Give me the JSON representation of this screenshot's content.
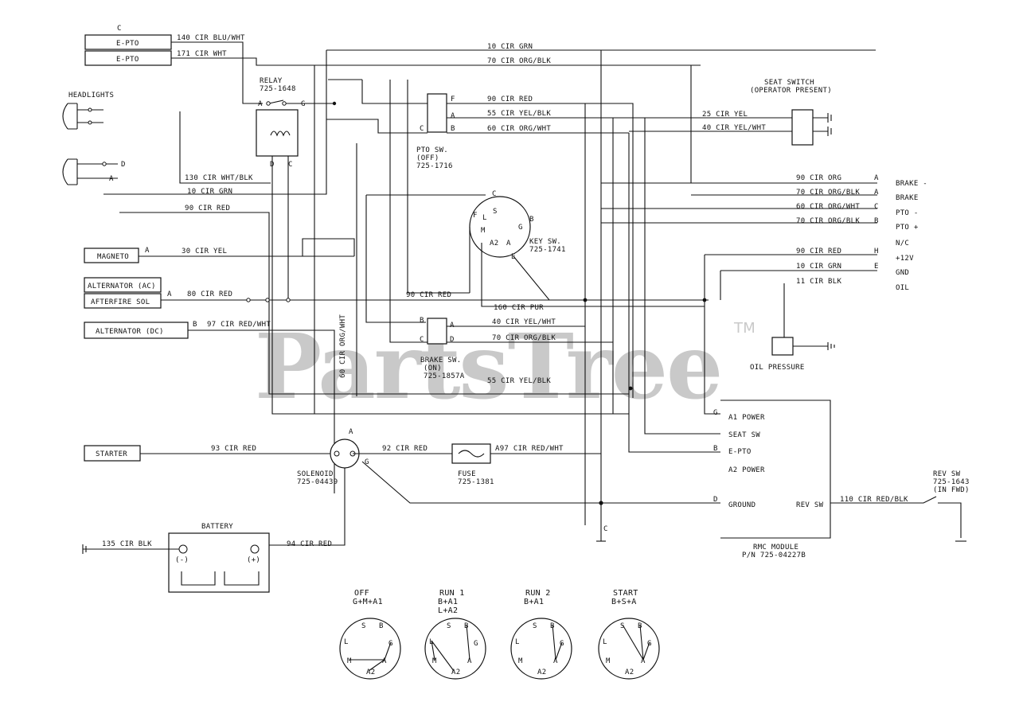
{
  "watermark": {
    "text": "PartsTree",
    "tm": "TM"
  },
  "connector_c": "C",
  "eptoBoxes": [
    "E-PTO",
    "E-PTO"
  ],
  "relay": {
    "title": "RELAY",
    "part": "725-1648",
    "pins": [
      "A",
      "G",
      "D",
      "C"
    ]
  },
  "headlights": {
    "title": "HEADLIGHTS",
    "pins": [
      "D",
      "A"
    ]
  },
  "ptoSwitch": {
    "title": "PTO SW.",
    "state": "(OFF)",
    "part": "725-1716",
    "pins": [
      "F",
      "A",
      "C",
      "B"
    ]
  },
  "keySwitch": {
    "title": "KEY SW.",
    "part": "725-1741",
    "pins": [
      "C",
      "S",
      "B",
      "L",
      "M",
      "G",
      "A2",
      "A",
      "E",
      "F"
    ]
  },
  "seatSwitch": {
    "title": "SEAT SWITCH",
    "sub": "(OPERATOR PRESENT)"
  },
  "brakeSwitch": {
    "title": "BRAKE SW.",
    "state": "(ON)",
    "part": "725-1857A",
    "pins": [
      "B",
      "A",
      "C",
      "D"
    ]
  },
  "leftComponents": [
    {
      "name": "MAGNETO",
      "pin": "A"
    },
    {
      "name": "ALTERNATOR (AC)",
      "pin": ""
    },
    {
      "name": "AFTERFIRE SOL",
      "pin": "A"
    },
    {
      "name": "ALTERNATOR (DC)",
      "pin": "B"
    },
    {
      "name": "STARTER",
      "pin": ""
    }
  ],
  "solenoid": {
    "title": "SOLENOID",
    "part": "725-04439",
    "pins": [
      "A",
      "G"
    ]
  },
  "fuse": {
    "title": "FUSE",
    "part": "725-1381"
  },
  "battery": {
    "title": "BATTERY",
    "neg": "(-)",
    "pos": "(+)"
  },
  "oilPressure": {
    "title": "OIL PRESSURE"
  },
  "rightConnectorLabels": [
    "BRAKE -",
    "BRAKE",
    "PTO -",
    "PTO +",
    "N/C",
    "+12V",
    "GND",
    "OIL"
  ],
  "rightConnectorPins": [
    "A",
    "A",
    "C",
    "B",
    "H",
    "E"
  ],
  "rmcModule": {
    "title": "RMC MODULE",
    "part": "P/N 725-04227B",
    "inputs": [
      {
        "pin": "G",
        "label": "A1 POWER"
      },
      {
        "pin": "",
        "label": "SEAT SW"
      },
      {
        "pin": "B",
        "label": "E-PTO"
      },
      {
        "pin": "",
        "label": "A2 POWER"
      },
      {
        "pin": "D",
        "label": "GROUND"
      }
    ],
    "revLabel": "REV SW"
  },
  "revSwitch": {
    "title": "REV SW",
    "part": "725-1643",
    "state": "(IN FWD)"
  },
  "groundPin": "C",
  "wireLabels": [
    "140 CIR BLU/WHT",
    "171 CIR WHT",
    "10 CIR GRN",
    "70 CIR ORG/BLK",
    "90 CIR RED",
    "55 CIR YEL/BLK",
    "60 CIR ORG/WHT",
    "25 CIR YEL",
    "40 CIR YEL/WHT",
    "130 CIR WHT/BLK",
    "10 CIR GRN",
    "90 CIR RED",
    "30 CIR YEL",
    "80 CIR RED",
    "90 CIR RED",
    "160 CIR PUR",
    "97 CIR RED/WHT",
    "40 CIR YEL/WHT",
    "70 CIR ORG/BLK",
    "60 CIR ORG/WHT",
    "55 CIR YEL/BLK",
    "90 CIR ORG",
    "70 CIR ORG/BLK",
    "60 CIR ORG/WHT",
    "70 CIR ORG/BLK",
    "90 CIR RED",
    "10 CIR GRN",
    "11 CIR BLK",
    "93 CIR RED",
    "92 CIR RED",
    "A97 CIR RED/WHT",
    "135 CIR BLK",
    "94 CIR RED",
    "110 CIR RED/BLK"
  ],
  "keyPositions": [
    {
      "name": "OFF",
      "combo": [
        "G+M+A1"
      ]
    },
    {
      "name": "RUN 1",
      "combo": [
        "B+A1",
        "L+A2"
      ]
    },
    {
      "name": "RUN 2",
      "combo": [
        "B+A1"
      ]
    },
    {
      "name": "START",
      "combo": [
        "B+S+A"
      ]
    }
  ],
  "keyDiagramPins": [
    "S",
    "B",
    "L",
    "G",
    "M",
    "A",
    "A2"
  ]
}
